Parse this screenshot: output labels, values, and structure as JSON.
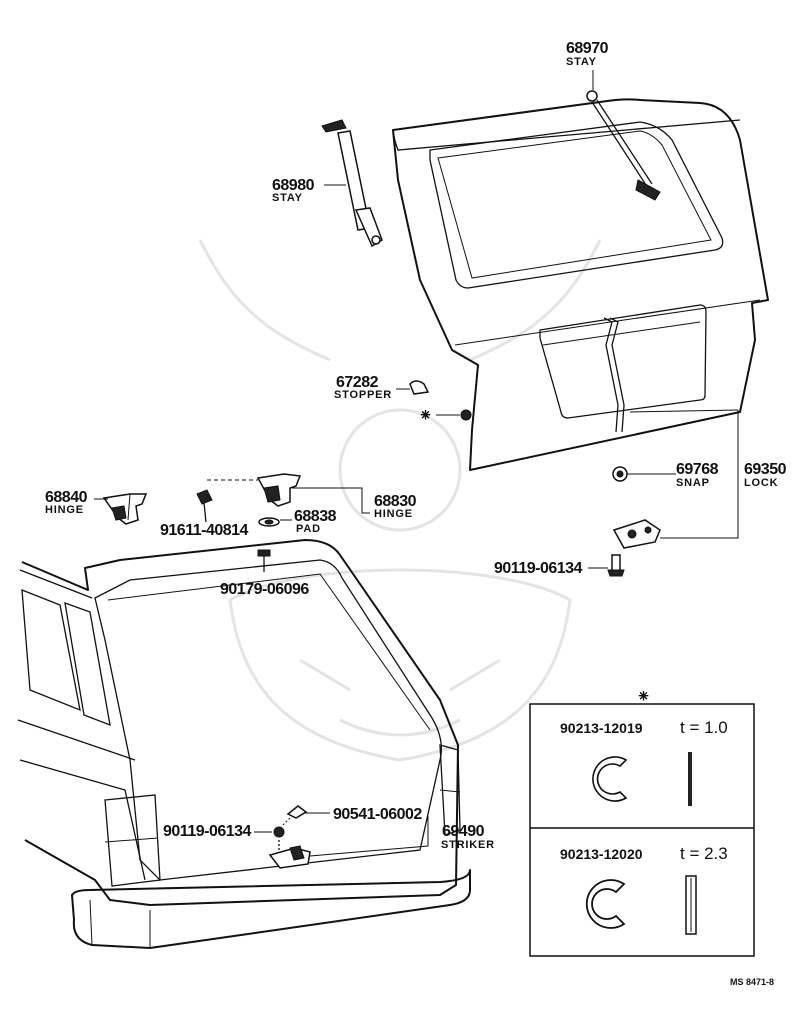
{
  "callouts": [
    {
      "part_no": "68970",
      "name": "STAY"
    },
    {
      "part_no": "68980",
      "name": "STAY"
    },
    {
      "part_no": "67282",
      "name": "STOPPER"
    },
    {
      "part_no": "69768",
      "name": "SNAP"
    },
    {
      "part_no": "69350",
      "name": "LOCK"
    },
    {
      "part_no": "68840",
      "name": "HINGE"
    },
    {
      "part_no": "68830",
      "name": "HINGE"
    },
    {
      "part_no": "68838",
      "name": "PAD"
    },
    {
      "part_no": "91611-40814",
      "name": ""
    },
    {
      "part_no": "90179-06096",
      "name": ""
    },
    {
      "part_no": "90119-06134",
      "name": ""
    },
    {
      "part_no": "90541-06002",
      "name": ""
    },
    {
      "part_no": "90119-06134",
      "name": ""
    },
    {
      "part_no": "69490",
      "name": "STRIKER"
    }
  ],
  "asterisk": "⁕",
  "shim_table": {
    "marker": "⁕",
    "rows": [
      {
        "part_no": "90213-12019",
        "thickness": "t = 1.0"
      },
      {
        "part_no": "90213-12020",
        "thickness": "t = 2.3"
      }
    ]
  },
  "reference_code": "MS 8471-8"
}
